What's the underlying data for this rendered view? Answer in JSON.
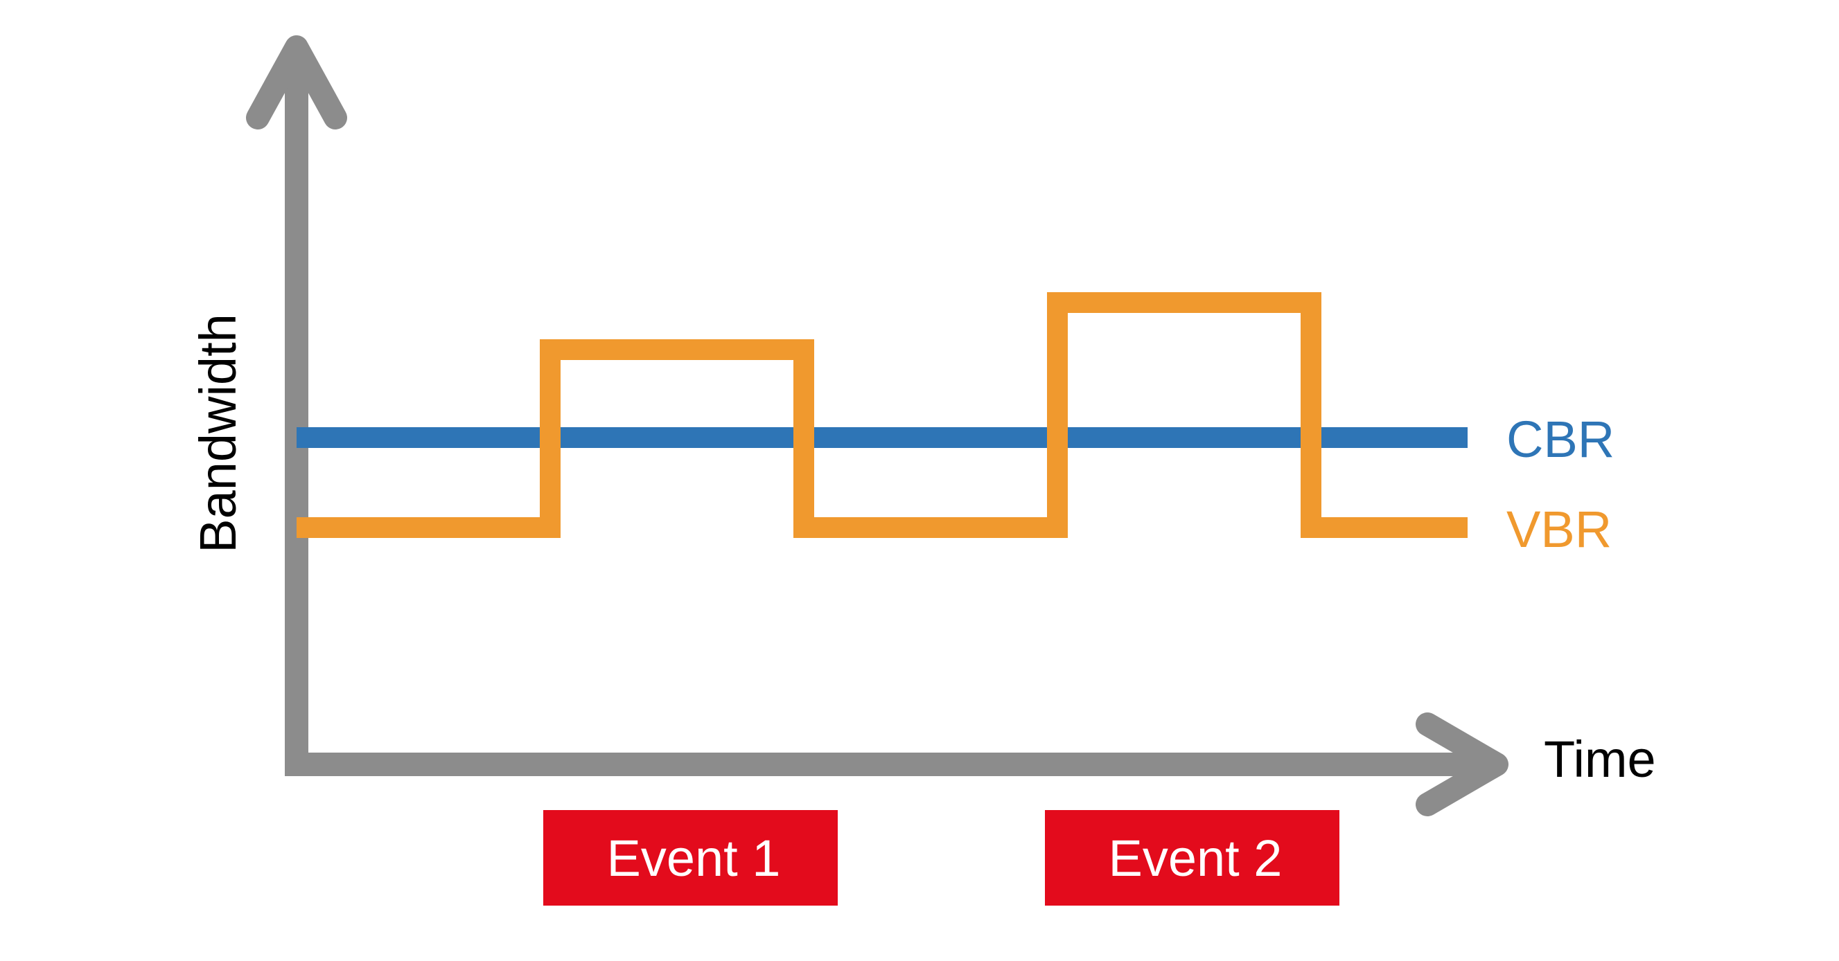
{
  "axes": {
    "x_label": "Time",
    "y_label": "Bandwidth",
    "color": "#8c8c8c"
  },
  "series": [
    {
      "name": "CBR",
      "color": "#2e75b6",
      "levels": [
        1,
        1,
        1,
        1,
        1
      ]
    },
    {
      "name": "VBR",
      "color": "#f0992e",
      "levels": [
        "low",
        "high",
        "low",
        "higher",
        "low"
      ]
    }
  ],
  "events": [
    {
      "label": "Event 1",
      "color": "#e30b1c"
    },
    {
      "label": "Event 2",
      "color": "#e30b1c"
    }
  ]
}
